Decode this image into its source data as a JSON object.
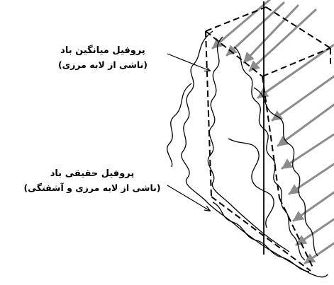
{
  "labels": {
    "mean_profile": {
      "title": "پروفیل میانگین باد",
      "subtitle": "(ناشی از لایه مرزی)"
    },
    "actual_profile": {
      "title": "پروفیل حقیقی باد",
      "subtitle": "(ناشی از لایه مرزی و آشفتگی)"
    }
  },
  "colors": {
    "ink": "#000000",
    "arrow": "#8c8c8c",
    "background": "#ffffff"
  }
}
